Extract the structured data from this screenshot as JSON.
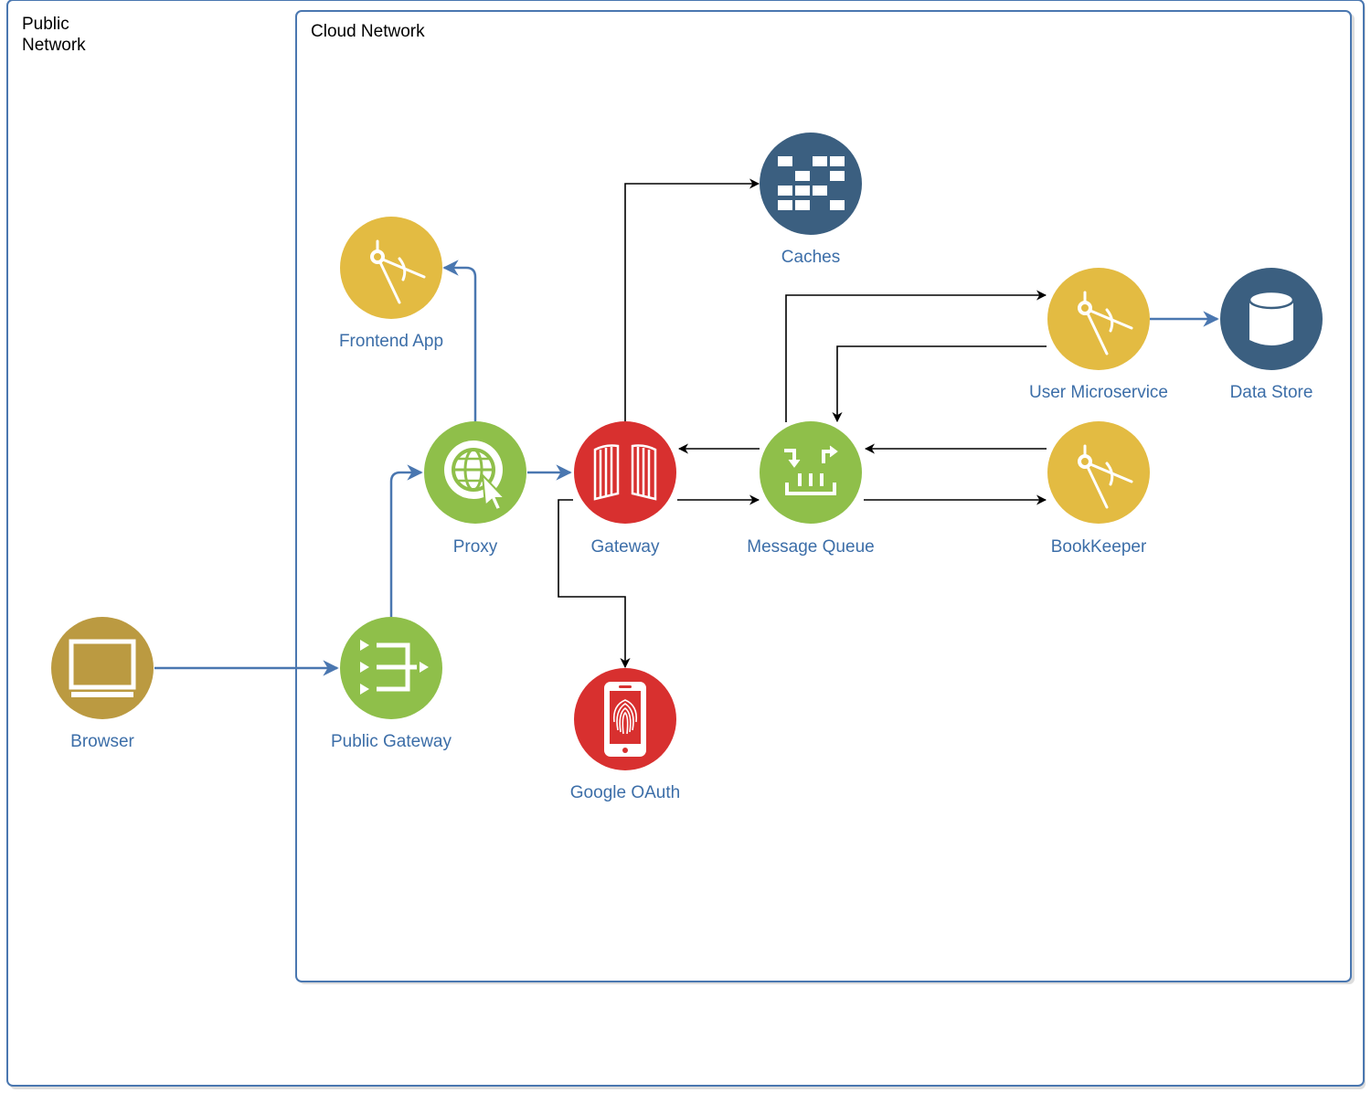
{
  "zones": {
    "public": {
      "label_line1": "Public",
      "label_line2": "Network"
    },
    "cloud": {
      "label": "Cloud Network"
    }
  },
  "nodes": {
    "browser": {
      "label": "Browser",
      "icon": "monitor-icon",
      "color": "#bb9a41"
    },
    "public_gateway": {
      "label": "Public Gateway",
      "icon": "router-icon",
      "color": "#8fbf4a"
    },
    "proxy": {
      "label": "Proxy",
      "icon": "globe-cursor-icon",
      "color": "#8fbf4a"
    },
    "frontend_app": {
      "label": "Frontend App",
      "icon": "compass-icon",
      "color": "#e3bb42"
    },
    "gateway": {
      "label": "Gateway",
      "icon": "gate-icon",
      "color": "#d8302f"
    },
    "caches": {
      "label": "Caches",
      "icon": "cache-grid-icon",
      "color": "#3b5f80"
    },
    "message_queue": {
      "label": "Message Queue",
      "icon": "queue-icon",
      "color": "#8fbf4a"
    },
    "user_microservice": {
      "label": "User Microservice",
      "icon": "compass-icon",
      "color": "#e3bb42"
    },
    "data_store": {
      "label": "Data Store",
      "icon": "database-icon",
      "color": "#3b5f80"
    },
    "bookkeeper": {
      "label": "BookKeeper",
      "icon": "compass-icon",
      "color": "#e3bb42"
    },
    "google_oauth": {
      "label": "Google OAuth",
      "icon": "fingerprint-phone-icon",
      "color": "#d8302f"
    }
  },
  "edges": [
    {
      "from": "browser",
      "to": "public_gateway",
      "style": "blue"
    },
    {
      "from": "public_gateway",
      "to": "proxy",
      "style": "blue"
    },
    {
      "from": "proxy",
      "to": "frontend_app",
      "style": "blue"
    },
    {
      "from": "proxy",
      "to": "gateway",
      "style": "blue"
    },
    {
      "from": "gateway",
      "to": "caches",
      "style": "black"
    },
    {
      "from": "gateway",
      "to": "message_queue",
      "style": "black"
    },
    {
      "from": "message_queue",
      "to": "gateway",
      "style": "black"
    },
    {
      "from": "gateway",
      "to": "google_oauth",
      "style": "black"
    },
    {
      "from": "message_queue",
      "to": "user_microservice",
      "style": "black"
    },
    {
      "from": "user_microservice",
      "to": "message_queue",
      "style": "black"
    },
    {
      "from": "message_queue",
      "to": "bookkeeper",
      "style": "black"
    },
    {
      "from": "bookkeeper",
      "to": "message_queue",
      "style": "black"
    },
    {
      "from": "user_microservice",
      "to": "data_store",
      "style": "blue"
    }
  ],
  "colors": {
    "frame": "#4a77b0",
    "blue_edge": "#4a77b0",
    "black_edge": "#000000",
    "label": "#3c6ea8"
  }
}
